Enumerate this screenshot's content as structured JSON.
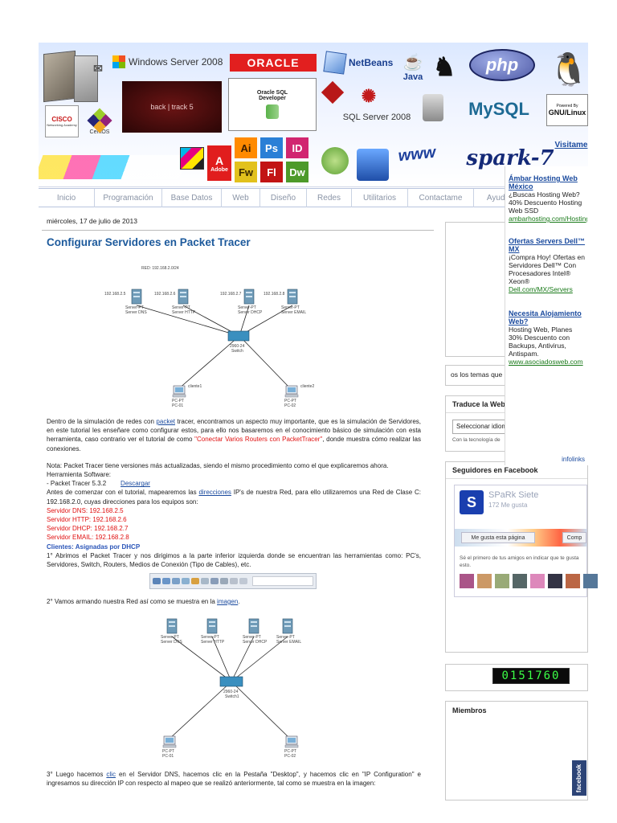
{
  "header": {
    "logos": {
      "windows": "Windows Server 2008",
      "oracle": "ORACLE",
      "netbeans": "NetBeans",
      "java": "Java",
      "php": "php",
      "cisco": "CISCO",
      "cisco_sub": "Networking Academy",
      "centos": "CentOS",
      "backtrack": "back | track 5",
      "oracle_sql_dev": "Oracle SQL Developer",
      "sqlserver": "SQL Server 2008",
      "mysql": "MySQL",
      "gnu": "GNU/Linux",
      "gnu_top": "Powered By",
      "adobe": "Adobe",
      "spark": "spark-7",
      "www": "www",
      "visitame": "Visitame",
      "ai": "Ai",
      "ps": "Ps",
      "id": "ID",
      "fw": "Fw",
      "fl": "Fl",
      "dw": "Dw"
    }
  },
  "nav": {
    "items": [
      "Inicio",
      "Programación",
      "Base Datos",
      "Web",
      "Diseño",
      "Redes",
      "Utilitarios",
      "Contactame",
      "Ayuda"
    ]
  },
  "ads": {
    "blocks": [
      {
        "title": "Ámbar Hosting Web México",
        "body": "¿Buscas Hosting Web? 40% Descuento Hosting Web SSD",
        "url": "ambarhosting.com/Hosting"
      },
      {
        "title": "Ofertas Servers Dell™ MX",
        "body": "¡Compra Hoy! Ofertas en Servidores Dell™ Con Procesadores Intel® Xeon®",
        "url": "Dell.com/MX/Servers"
      },
      {
        "title": "Necesita Alojamiento Web?",
        "body": "Hosting Web, Planes 30% Descuento con Backups, Antivirus, Antispam.",
        "url": "www.asociadosweb.com"
      }
    ],
    "footer": "infolinks"
  },
  "post": {
    "date": "miércoles, 17 de julio de 2013",
    "title": "Configurar Servidores en Packet Tracer",
    "diagram1": {
      "red": "RED: 192.168.2.0/24",
      "ips": [
        "192.168.2.5",
        "192.168.2.6",
        "192.168.2.7",
        "192.168.2.8"
      ],
      "servers": [
        "Server-PT\nServer DNS",
        "Server-PT\nServer HTTP",
        "Server-PT\nServer DHCP",
        "Server-PT\nServer EMAIL"
      ],
      "switch": "2960-24\nSwitch",
      "pcs": [
        "PC-PT\nPC-01",
        "PC-PT\nPC-02"
      ],
      "clients": [
        "cliente1",
        "cliente2"
      ]
    },
    "p1_a": "Dentro de la simulación de redes con ",
    "p1_link1": "packet",
    "p1_b": " tracer, encontramos un aspecto muy importante, que es la simulación de Servidores, en este tutorial les enseñare como configurar estos, para ello nos basaremos en el conocimiento básico de simulación con esta herramienta, caso contrario ver el tutorial de como ",
    "p1_red": "\"Conectar Varios Routers con PacketTracer\"",
    "p1_c": ", donde muestra cómo realizar las conexiones.",
    "note": "Nota: Packet Tracer tiene versiones más actualizadas, siendo el mismo procedimiento como el que explicaremos ahora.",
    "software_label": "Herramienta Software:",
    "software_item": "- Packet Tracer 5.3.2",
    "download": "Descargar",
    "before_a": "Antes de comenzar con el tutorial, mapearemos las ",
    "before_link": "direcciones",
    "before_b": " IP's de nuestra Red, para ello utilizaremos una Red de Clase C: 192.168.2.0, cuyas direcciones para los equipos son:",
    "servers_list": [
      "Servidor DNS: 192.168.2.5",
      "Servidor HTTP: 192.168.2.6",
      "Servidor DHCP: 192.168.2.7",
      "Servidor EMAIL: 192.168.2.8"
    ],
    "clients_line": "Clientes: Asignadas por DHCP",
    "step1": "1° Abrimos el Packet Tracer y nos dirigimos a la parte inferior izquierda donde se encuentran las herramientas como: PC's, Servidores, Switch, Routers, Medios de Conexión (Tipo de Cables), etc.",
    "step2_a": "2° Vamos armando nuestra Red así como se muestra en la ",
    "step2_link": "imagen",
    "step2_b": ".",
    "diagram2": {
      "servers": [
        "Server-PT\nServer DNS",
        "Server-PT\nServer HTTP",
        "Server-PT\nServer DHCP",
        "Server-PT\nServer EMAIL"
      ],
      "switch": "2960-24\nSwitch",
      "pcs": [
        "PC-PT\nPC-01",
        "PC-PT\nPC-02"
      ]
    },
    "step3_a": "3° Luego hacemos ",
    "step3_link": "clic",
    "step3_b": " en el Servidor DNS, hacemos clic en la Pestaña \"Desktop\", y hacemos clic en \"IP Configuration\" e ingresamos su dirección IP con respecto al mapeo que se realizó anteriormente, tal como se muestra en la imagen:"
  },
  "sidebar": {
    "topics_label": "os los temas que",
    "translate_title": "Traduce la Web",
    "translate_select": "Seleccionar idioma",
    "translate_tech": "Con la tecnología de",
    "followers_title": "Seguidores en Facebook",
    "fb_page": "SPaRk Siete",
    "fb_likes": "172 Me gusta",
    "fb_like_btn": "Me gusta esta página",
    "fb_share_btn": "Comp",
    "fb_friends": "Sé el primero de tus amigos en indicar que te gusta esto.",
    "counter": "0151760",
    "members_title": "Miembros",
    "facebook_tab": "facebook"
  }
}
